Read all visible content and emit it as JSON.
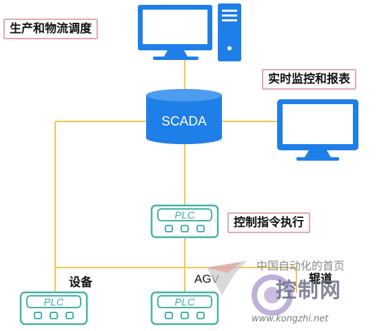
{
  "labels": {
    "production": "生产和物流调度",
    "monitoring": "实时监控和报表",
    "control": "控制指令执行",
    "equipment": "设备",
    "agv": "AGV",
    "track": "辊道"
  },
  "nodes": {
    "scada": "SCADA",
    "plc": "PLC"
  },
  "watermark": {
    "line1": "中国自动化的首页",
    "line2": "控制网",
    "line3": "www.kongzhi.net"
  },
  "colors": {
    "device_blue": "#1f7fe8",
    "plc_teal": "#3fb2a4",
    "link_line": "#f0c84a",
    "label_border": "#e4a7a7"
  }
}
